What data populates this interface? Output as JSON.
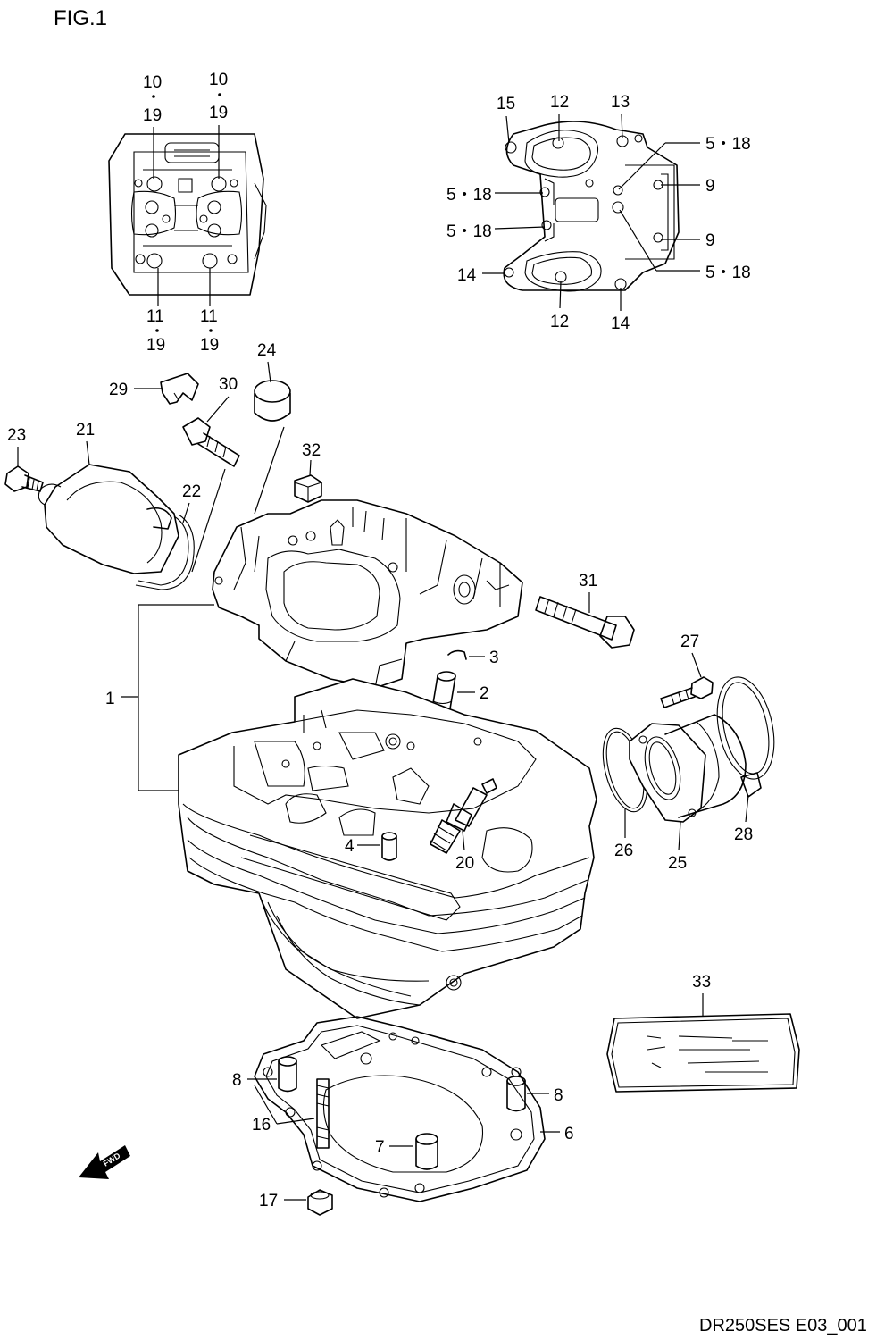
{
  "figure": {
    "title": "FIG.1",
    "code": "DR250SES E03_001",
    "fwd_label": "FWD"
  },
  "callouts": {
    "c10a": "10",
    "c19a": "19",
    "c10b": "10",
    "c19b": "19",
    "c11a": "11",
    "c19c": "19",
    "c11b": "11",
    "c19d": "19",
    "c15": "15",
    "c12a": "12",
    "c13": "13",
    "c518a": "5・18",
    "c518b": "5・18",
    "c518c": "5・18",
    "c518d": "5・18",
    "c9a": "9",
    "c9b": "9",
    "c14a": "14",
    "c12b": "12",
    "c14b": "14",
    "c24": "24",
    "c29": "29",
    "c30": "30",
    "c23": "23",
    "c21": "21",
    "c22": "22",
    "c32": "32",
    "c31": "31",
    "c27": "27",
    "c3": "3",
    "c2": "2",
    "c1": "1",
    "c4": "4",
    "c20": "20",
    "c26": "26",
    "c25": "25",
    "c28": "28",
    "c33": "33",
    "c8a": "8",
    "c8b": "8",
    "c16": "16",
    "c6": "6",
    "c7": "7",
    "c17": "17"
  }
}
